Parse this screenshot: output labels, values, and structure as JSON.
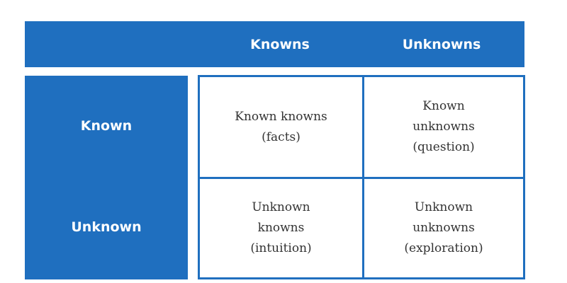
{
  "columns": {
    "knowns": "Knowns",
    "unknowns": "Unknowns"
  },
  "rows": {
    "known": "Known",
    "unknown": "Unknown"
  },
  "cells": {
    "known_knowns": "Known knowns (facts)",
    "known_unknowns": "Known unknowns (question)",
    "unknown_knowns": "Unknown knowns (intuition)",
    "unknown_unknowns": "Unknown unknowns (exploration)"
  },
  "colors": {
    "accent": "#1f6fbf",
    "text": "#333333",
    "background": "#ffffff"
  }
}
